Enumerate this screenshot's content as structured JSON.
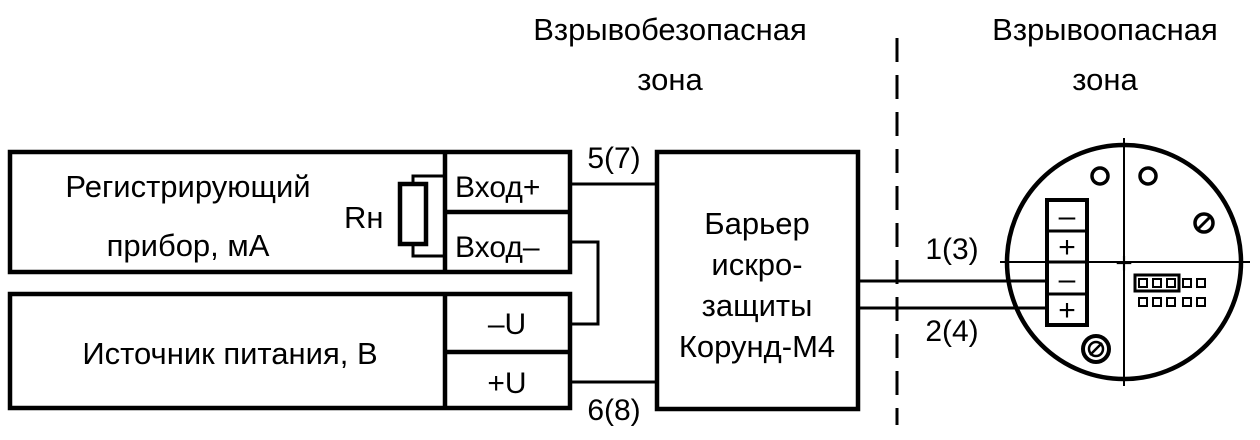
{
  "zones": {
    "safe_line1": "Взрывобезопасная",
    "safe_line2": "зона",
    "hazard_line1": "Взрывоопасная",
    "hazard_line2": "зона"
  },
  "recorder": {
    "label_line1": "Регистрирующий",
    "label_line2": "прибор, мА",
    "resistor_label": "Rн",
    "input_plus": "Вход+",
    "input_minus": "Вход–"
  },
  "power_supply": {
    "label": "Источник питания, В",
    "terminal_minus": "–U",
    "terminal_plus": "+U"
  },
  "barrier": {
    "line1": "Барьер",
    "line2": "искро-",
    "line3": "защиты",
    "line4": "Корунд-М4"
  },
  "wire_labels": {
    "top_left": "5(7)",
    "bottom_left": "6(8)",
    "top_right": "1(3)",
    "bottom_right": "2(4)"
  },
  "sensor": {
    "terminal_signs": [
      "–",
      "+",
      "–",
      "+"
    ],
    "center_mark": "+"
  }
}
